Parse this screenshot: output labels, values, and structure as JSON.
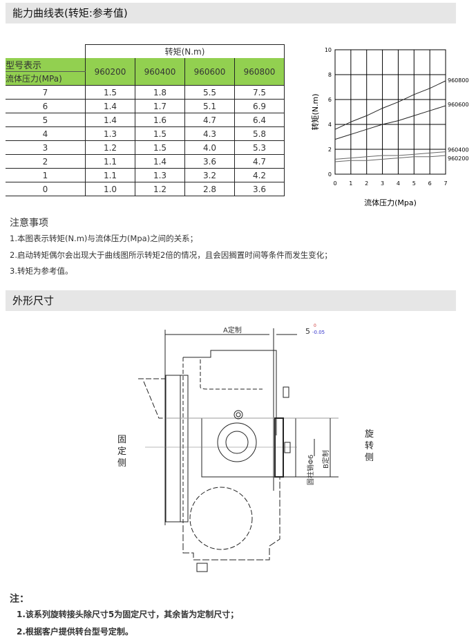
{
  "section1_title": "能力曲线表(转矩:参考值)",
  "table": {
    "torque_header": "转矩(N.m)",
    "model_label": "型号表示",
    "pressure_label": "流体压力(MPa)",
    "models": [
      "960200",
      "960400",
      "960600",
      "960800"
    ],
    "rows": [
      [
        "7",
        "1.5",
        "1.8",
        "5.5",
        "7.5"
      ],
      [
        "6",
        "1.4",
        "1.7",
        "5.1",
        "6.9"
      ],
      [
        "5",
        "1.4",
        "1.6",
        "4.7",
        "6.4"
      ],
      [
        "4",
        "1.3",
        "1.5",
        "4.3",
        "5.8"
      ],
      [
        "3",
        "1.2",
        "1.5",
        "4.0",
        "5.3"
      ],
      [
        "2",
        "1.1",
        "1.4",
        "3.6",
        "4.7"
      ],
      [
        "1",
        "1.1",
        "1.3",
        "3.2",
        "4.2"
      ],
      [
        "0",
        "1.0",
        "1.2",
        "2.8",
        "3.6"
      ]
    ]
  },
  "chart_data": {
    "type": "line",
    "xlabel": "流体压力(Mpa)",
    "ylabel": "转矩(N.m)",
    "xlim": [
      0,
      7
    ],
    "ylim": [
      0,
      10
    ],
    "xticks": [
      "0",
      "1",
      "2",
      "3",
      "4",
      "5",
      "6",
      "7"
    ],
    "yticks": [
      "0",
      "2",
      "4",
      "6",
      "8",
      "10"
    ],
    "grid": true,
    "x": [
      0,
      1,
      2,
      3,
      4,
      5,
      6,
      7
    ],
    "series": [
      {
        "name": "960800",
        "values": [
          3.6,
          4.2,
          4.7,
          5.3,
          5.8,
          6.4,
          6.9,
          7.5
        ]
      },
      {
        "name": "960600",
        "values": [
          2.8,
          3.2,
          3.6,
          4.0,
          4.3,
          4.7,
          5.1,
          5.5
        ]
      },
      {
        "name": "960400",
        "values": [
          1.2,
          1.3,
          1.4,
          1.5,
          1.5,
          1.6,
          1.7,
          1.8
        ]
      },
      {
        "name": "960200",
        "values": [
          1.0,
          1.1,
          1.1,
          1.2,
          1.3,
          1.4,
          1.4,
          1.5
        ]
      }
    ]
  },
  "notes": {
    "title": "注意事项",
    "items": [
      "1.本图表示转矩(N.m)与流体压力(Mpa)之间的关系；",
      "2.启动转矩偶尔会出现大于曲线图所示转矩2倍的情况，且会因搁置时间等条件而发生变化；",
      "3.转矩为参考值。"
    ]
  },
  "section2_title": "外形尺寸",
  "drawing": {
    "dim_a": "A定制",
    "dim_5": "5",
    "tol_upper": "0",
    "tol_lower": "-0.05",
    "dim_b": "B定制",
    "pin": "圆柱销Φ6",
    "fixed_side": "固定侧",
    "rotating_side": "旋转侧"
  },
  "footer": {
    "title": "注：",
    "items": [
      "1.该系列旋转接头除尺寸5为固定尺寸，其余皆为定制尺寸；",
      "2.根据客户提供转台型号定制。"
    ]
  }
}
